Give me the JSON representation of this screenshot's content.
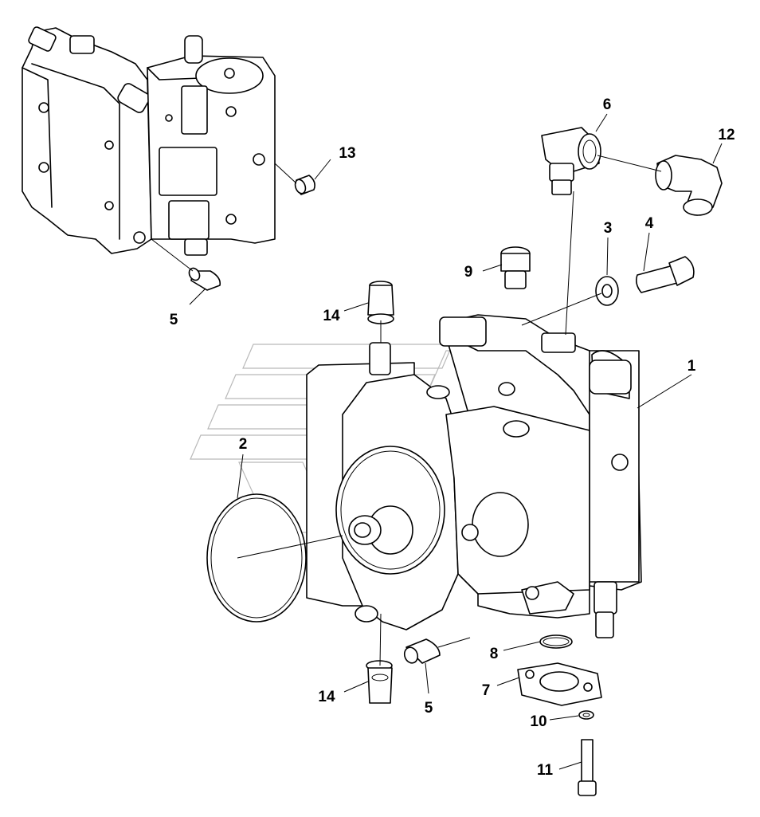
{
  "callouts": {
    "c1": "1",
    "c2": "2",
    "c3": "3",
    "c4": "4",
    "c5_top": "5",
    "c5_bottom": "5",
    "c6": "6",
    "c7": "7",
    "c8": "8",
    "c9": "9",
    "c10": "10",
    "c11": "11",
    "c12": "12",
    "c13": "13",
    "c14_top": "14",
    "c14_bottom": "14"
  },
  "colors": {
    "line": "#000000",
    "background": "#ffffff",
    "watermark": "#b9b9b9"
  }
}
